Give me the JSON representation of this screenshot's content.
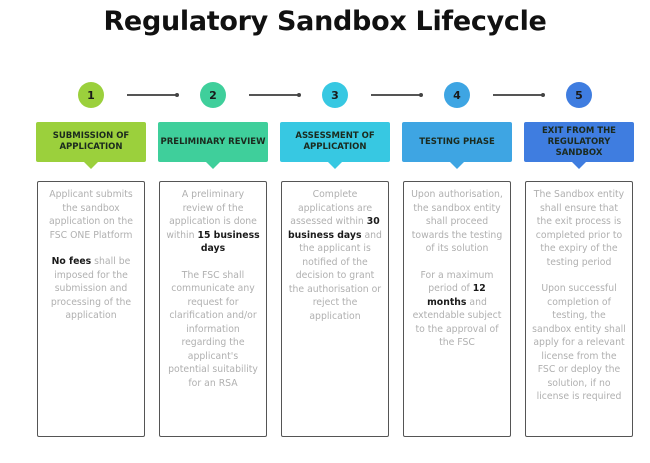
{
  "title": "Regulatory Sandbox Lifecycle",
  "steps": [
    {
      "number": "1",
      "color": "#9bd03c",
      "header": "Submission of Application",
      "paragraphs": [
        [
          {
            "t": "Applicant submits the sandbox application on the FSC ONE Platform",
            "b": false
          }
        ],
        [
          {
            "t": "No fees",
            "b": true
          },
          {
            "t": " shall be imposed for the submission and processing of the application",
            "b": false
          }
        ]
      ]
    },
    {
      "number": "2",
      "color": "#3fcf9b",
      "header": "Preliminary Review",
      "paragraphs": [
        [
          {
            "t": "A preliminary review of the application is done within ",
            "b": false
          },
          {
            "t": "15 business days",
            "b": true
          }
        ],
        [
          {
            "t": "The FSC shall communicate any request for clarification and/or information regarding the applicant's potential suitability for an RSA",
            "b": false
          }
        ]
      ]
    },
    {
      "number": "3",
      "color": "#37c8e2",
      "header": "Assessment of Application",
      "paragraphs": [
        [
          {
            "t": "Complete applications are assessed within ",
            "b": false
          },
          {
            "t": "30 business days",
            "b": true
          },
          {
            "t": " and the applicant is notified of the decision to grant the authorisation or reject the application",
            "b": false
          }
        ]
      ]
    },
    {
      "number": "4",
      "color": "#3ea5e3",
      "header": "Testing Phase",
      "paragraphs": [
        [
          {
            "t": "Upon authorisation, the sandbox entity shall proceed towards the testing of its solution",
            "b": false
          }
        ],
        [
          {
            "t": "For a maximum period of ",
            "b": false
          },
          {
            "t": "12 months",
            "b": true
          },
          {
            "t": " and extendable subject to the approval of the FSC",
            "b": false
          }
        ]
      ]
    },
    {
      "number": "5",
      "color": "#3f7de0",
      "header": "Exit from the Regulatory Sandbox",
      "paragraphs": [
        [
          {
            "t": "The Sandbox entity shall ensure that the exit process is completed prior to the expiry of the testing period",
            "b": false
          }
        ],
        [
          {
            "t": "Upon successful completion of testing, the sandbox entity shall apply for a relevant license from the FSC or deploy the solution, if no license is required",
            "b": false
          }
        ]
      ]
    }
  ]
}
